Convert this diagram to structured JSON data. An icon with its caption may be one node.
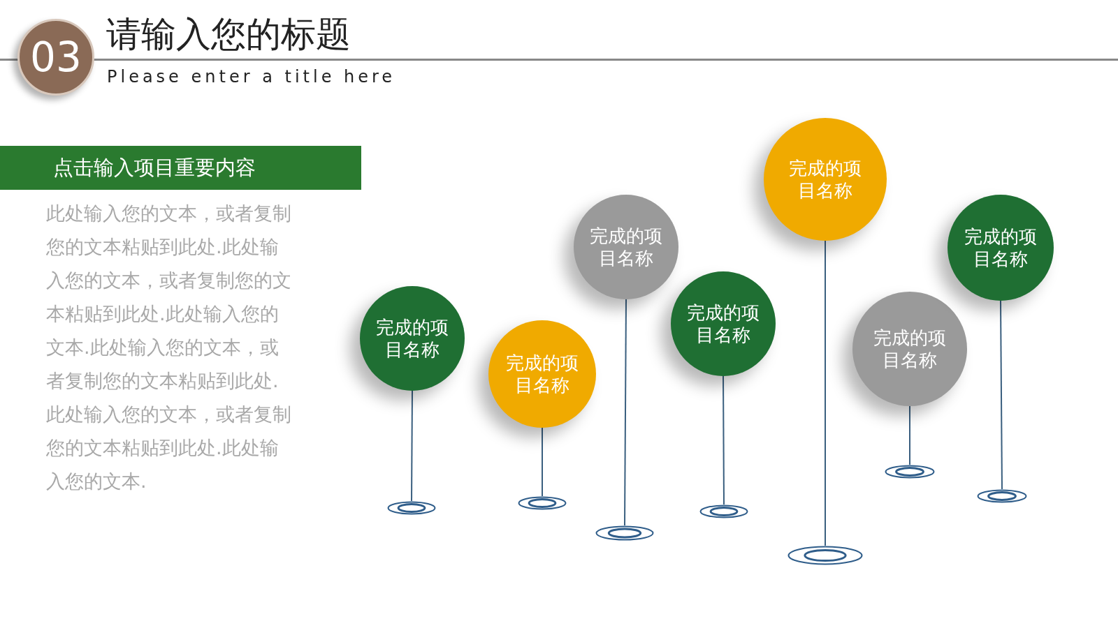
{
  "diagram": {
    "title": "请输入您的标题",
    "nodes": [
      {
        "text": [
          "03"
        ]
      },
      {
        "text": [
          "点击输入项目重要内容"
        ]
      },
      {
        "text": [
          "完成的项目名称"
        ]
      },
      {
        "text": [
          "完成的项目名称"
        ]
      },
      {
        "text": [
          "完成的项目名称"
        ]
      },
      {
        "text": [
          "完成的项目名称"
        ]
      },
      {
        "text": [
          "完成的项目名称"
        ]
      },
      {
        "text": [
          "完成的项目名称"
        ]
      },
      {
        "text": [
          "完成的项目名称"
        ]
      },
      {
        "text": [],
        "shape": "circle"
      },
      {
        "text": [],
        "shape": "circle"
      },
      {
        "text": [],
        "shape": "circle"
      },
      {
        "text": [],
        "shape": "circle"
      },
      {
        "text": [],
        "shape": "circle"
      },
      {
        "text": [],
        "shape": "circle"
      },
      {
        "text": [],
        "shape": "circle"
      }
    ],
    "edges": [
      {
        "from": 2,
        "to": 9,
        "arrow": "none"
      },
      {
        "from": 3,
        "to": 10,
        "arrow": "none"
      },
      {
        "from": 4,
        "to": 11,
        "arrow": "none"
      },
      {
        "from": 5,
        "to": 12,
        "arrow": "none"
      },
      {
        "from": 6,
        "to": 13,
        "arrow": "none"
      },
      {
        "from": 7,
        "to": 14,
        "arrow": "none"
      },
      {
        "from": 8,
        "to": 15,
        "arrow": "none"
      }
    ],
    "labels": [
      "Please enter a title here",
      "此处输入您的文本，或者复制您的文本粘贴到此处.此处输入您的文本，或者复制您的文本粘贴到此处.此处输入您的文本.此处输入您的文本，或者复制您的文本粘贴到此处.此处输入您的文本，或者复制您的文本粘贴到此处.此处输入您的文本."
    ]
  }
}
